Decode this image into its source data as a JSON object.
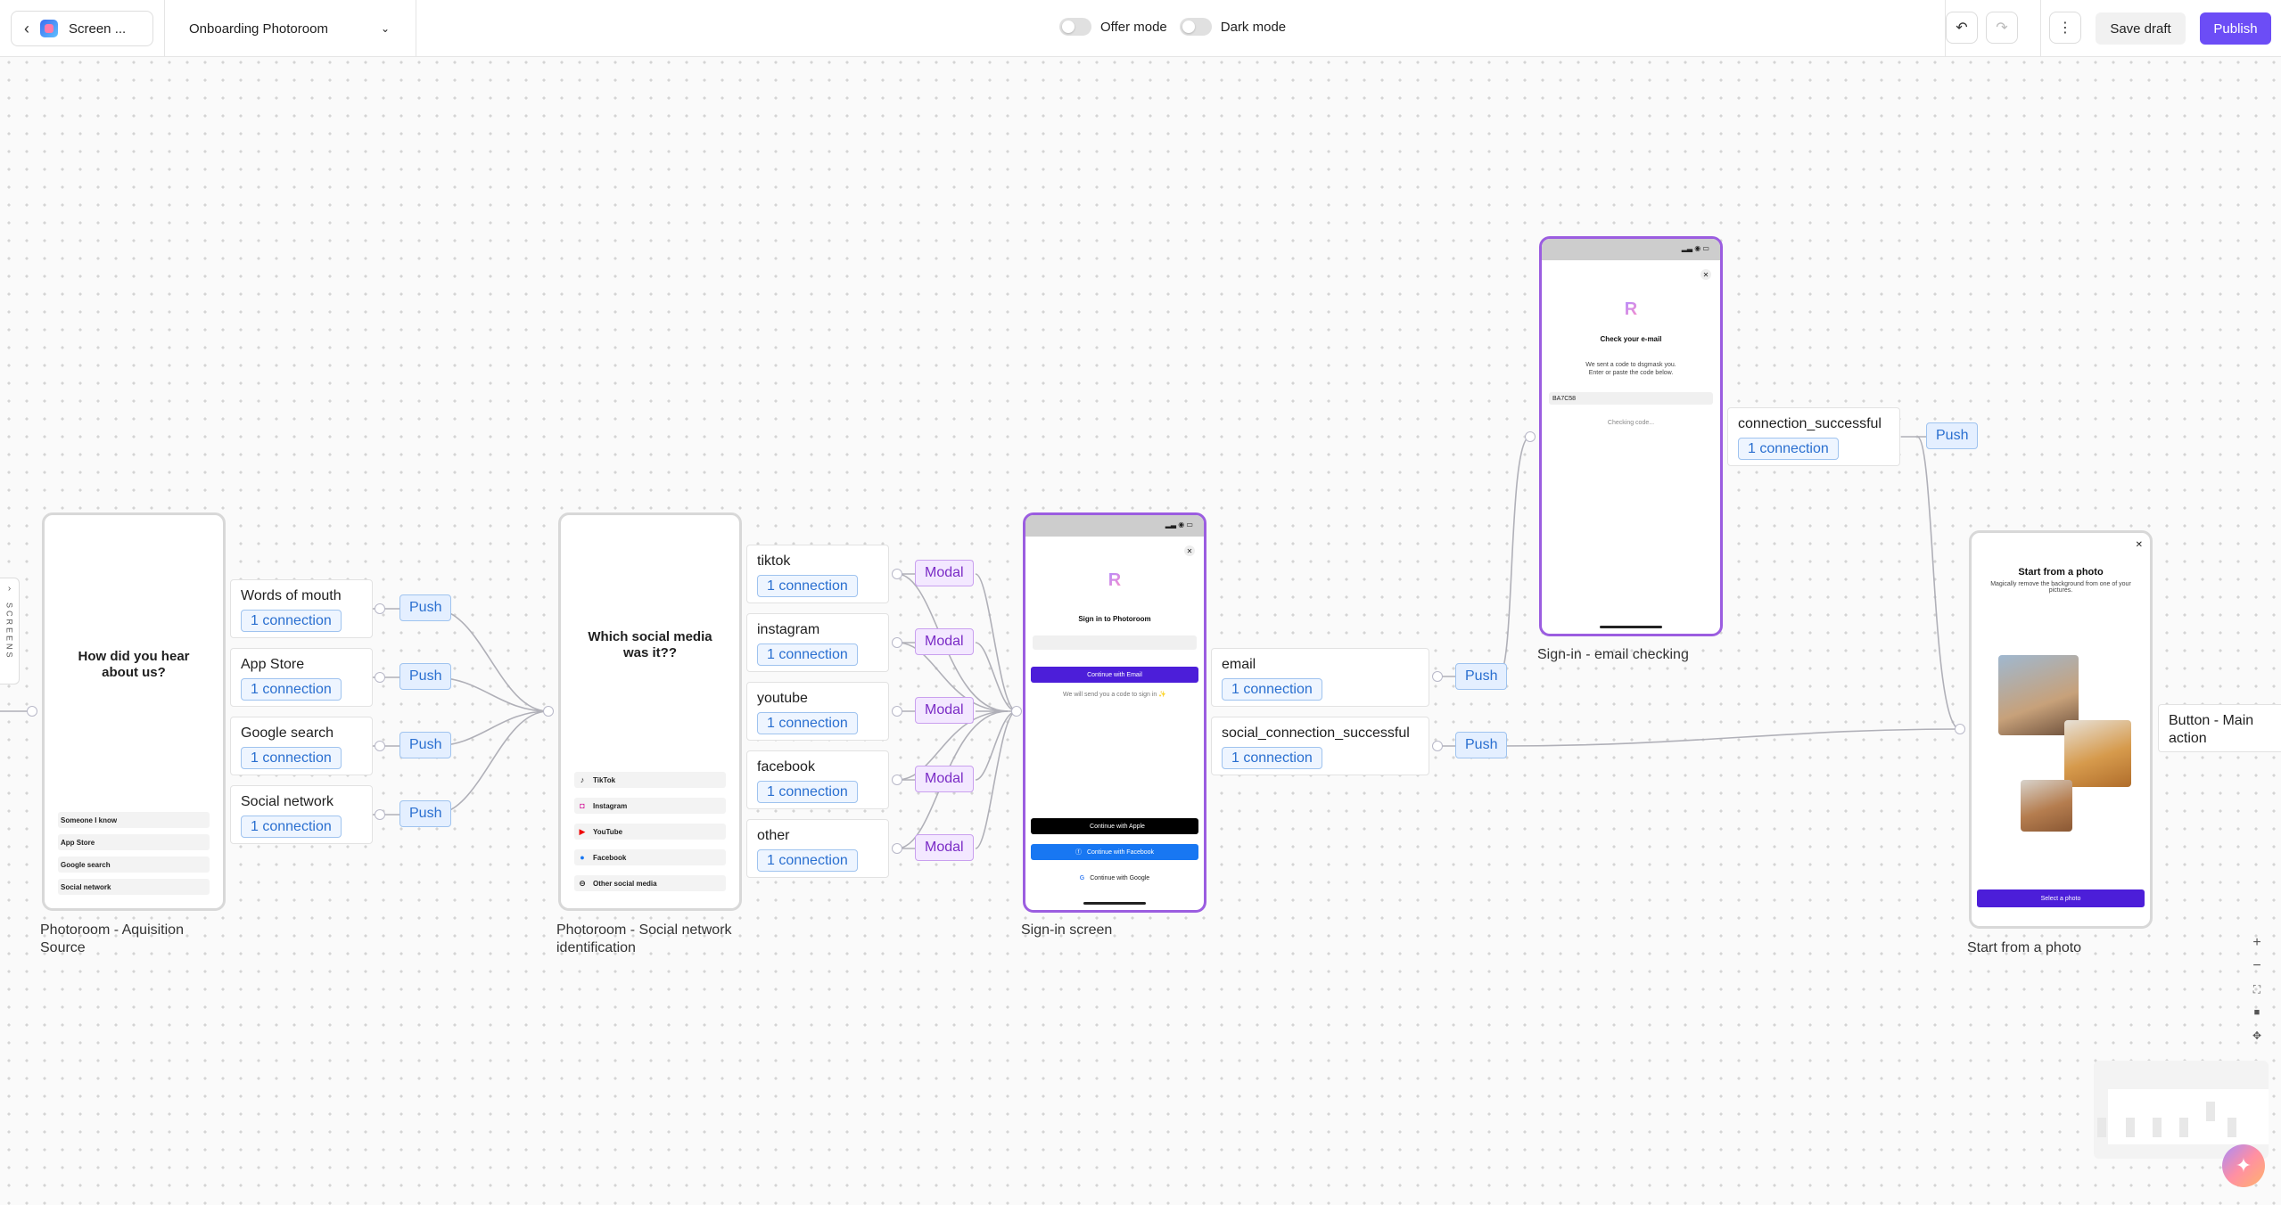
{
  "topbar": {
    "back_label": "Screen ...",
    "flow_name": "Onboarding Photoroom",
    "offer_mode": "Offer mode",
    "dark_mode": "Dark mode",
    "save_draft": "Save draft",
    "publish": "Publish"
  },
  "sidebar": {
    "label": "SCREENS"
  },
  "screens": [
    {
      "title": "Photoroom - Aquisition Source",
      "question": "How did you hear about us?",
      "options": [
        "Someone I know",
        "App Store",
        "Google search",
        "Social network"
      ]
    },
    {
      "title": "Photoroom - Social network identification",
      "question": "Which social media was it??",
      "options": [
        "TikTok",
        "Instagram",
        "YouTube",
        "Facebook",
        "Other social media"
      ]
    },
    {
      "title": "Sign-in screen",
      "heading": "Sign in to Photoroom",
      "continue_email": "Continue with Email",
      "email_note": "We will send you a code to sign in ✨",
      "continue_apple": "Continue with Apple",
      "continue_facebook": "Continue with Facebook",
      "continue_google": "Continue with Google"
    },
    {
      "title": "Sign-in - email checking",
      "heading": "Check your e-mail",
      "line1": "We sent a code to                    dsgmask you.",
      "line2": "Enter or paste the code below.",
      "code": "BA7C58",
      "checking": "Checking code..."
    },
    {
      "title": "Start from a photo",
      "heading": "Start from a photo",
      "subheading": "Magically remove the background from one of your pictures.",
      "cta": "Select a photo"
    }
  ],
  "acquisition_options": [
    {
      "label": "Words of mouth",
      "connection": "1 connection",
      "action": "Push"
    },
    {
      "label": "App Store",
      "connection": "1 connection",
      "action": "Push"
    },
    {
      "label": "Google search",
      "connection": "1 connection",
      "action": "Push"
    },
    {
      "label": "Social network",
      "connection": "1 connection",
      "action": "Push"
    }
  ],
  "social_options": [
    {
      "label": "tiktok",
      "connection": "1 connection",
      "action": "Modal"
    },
    {
      "label": "instagram",
      "connection": "1 connection",
      "action": "Modal"
    },
    {
      "label": "youtube",
      "connection": "1 connection",
      "action": "Modal"
    },
    {
      "label": "facebook",
      "connection": "1 connection",
      "action": "Modal"
    },
    {
      "label": "other",
      "connection": "1 connection",
      "action": "Modal"
    }
  ],
  "signin_options": [
    {
      "label": "email",
      "connection": "1 connection",
      "action": "Push"
    },
    {
      "label": "social_connection_successful",
      "connection": "1 connection",
      "action": "Push"
    }
  ],
  "email_check_option": {
    "label": "connection_successful",
    "connection": "1 connection",
    "action": "Push"
  },
  "photo_option": {
    "label": "Button - Main action"
  },
  "colors": {
    "accent": "#6c4df6",
    "push_pill": "#e4efff",
    "modal_pill": "#f3e8ff",
    "selected_screen_border": "#9b5de0"
  },
  "icons": {
    "back": "chevron-left-icon",
    "flow_dropdown": "chevron-down-icon",
    "undo": "undo-icon",
    "redo": "redo-icon",
    "more": "more-vertical-icon",
    "zoom_in": "plus-icon",
    "zoom_out": "minus-icon",
    "fit": "fit-screen-icon",
    "lock": "lock-icon",
    "ai": "sparkles-icon"
  }
}
